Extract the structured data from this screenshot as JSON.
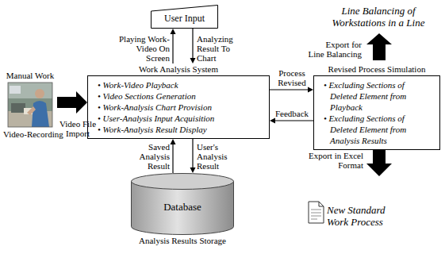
{
  "diagram": {
    "nodes": [
      {
        "text": [
          "Manual Work",
          "Video-Recording"
        ]
      },
      {
        "text": [
          "User Input"
        ]
      },
      {
        "text": [
          "Work Analysis System",
          "• Work-Video Playback",
          "• Video Sections Generation",
          "• Work-Analysis Chart Provision",
          "• User-Analysis Input Acquisition",
          "• Work-Analysis Result Display"
        ]
      },
      {
        "text": [
          "Revised Process Simulation",
          "• Excluding Sections of Deleted Element from Playback",
          "• Excluding Sections of Deleted Element from Analysis Results"
        ]
      },
      {
        "text": [
          "Database",
          "Analysis Results Storage"
        ]
      }
    ],
    "edges": [
      {
        "from": 0,
        "to": 2,
        "label": "Video File Import",
        "arrow": "to"
      },
      {
        "from": 2,
        "to": 1,
        "label": "Playing Work-Video On Screen",
        "arrow": "to"
      },
      {
        "from": 1,
        "to": 2,
        "label": "Analyzing Result To Chart",
        "arrow": "to"
      },
      {
        "from": 2,
        "to": 3,
        "label": "Process Revised",
        "arrow": "to"
      },
      {
        "from": 3,
        "to": 2,
        "label": "Feedback",
        "arrow": "to"
      },
      {
        "from": 2,
        "to": 4,
        "label": "User's Analysis Result",
        "arrow": "to"
      },
      {
        "from": 4,
        "to": 2,
        "label": "Saved Analysis Result",
        "arrow": "to"
      }
    ],
    "labels": [
      "Line Balancing of Workstations in a Line",
      "Export for Line Balancing",
      "Export in Excel Format",
      "New Standard Work Process"
    ]
  }
}
